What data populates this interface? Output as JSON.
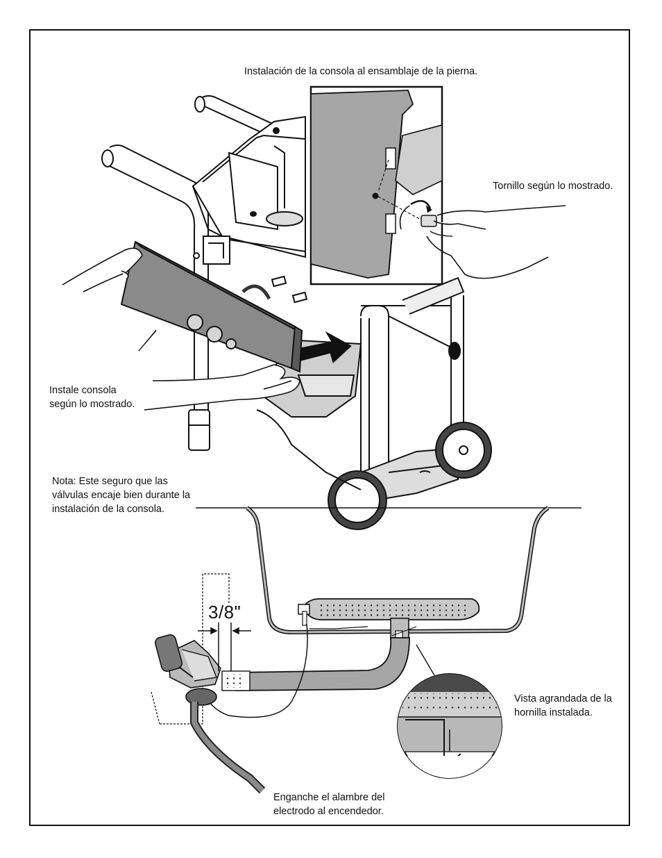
{
  "labels": {
    "title": "Instalación de la consola al ensamblaje de la pierna.",
    "screw": "Tornillo según lo mostrado.",
    "install_console": "Instale consola\nsegún lo mostrado.",
    "note": "Nota: Este seguro que las\nválvulas encaje bien durante la\ninstalación de la consola.",
    "dimension": "3/8\"",
    "enlarged_view": "Vista agrandada de la\nhornilla instalada.",
    "electrode": "Enganche el alambre del\nelectrodo al encendedor."
  },
  "colors": {
    "line": "#111111",
    "console_gray": "#8a8a8a",
    "light_gray": "#c8c8c8",
    "mid_gray": "#a6a6a6",
    "dark_gray": "#555555"
  }
}
